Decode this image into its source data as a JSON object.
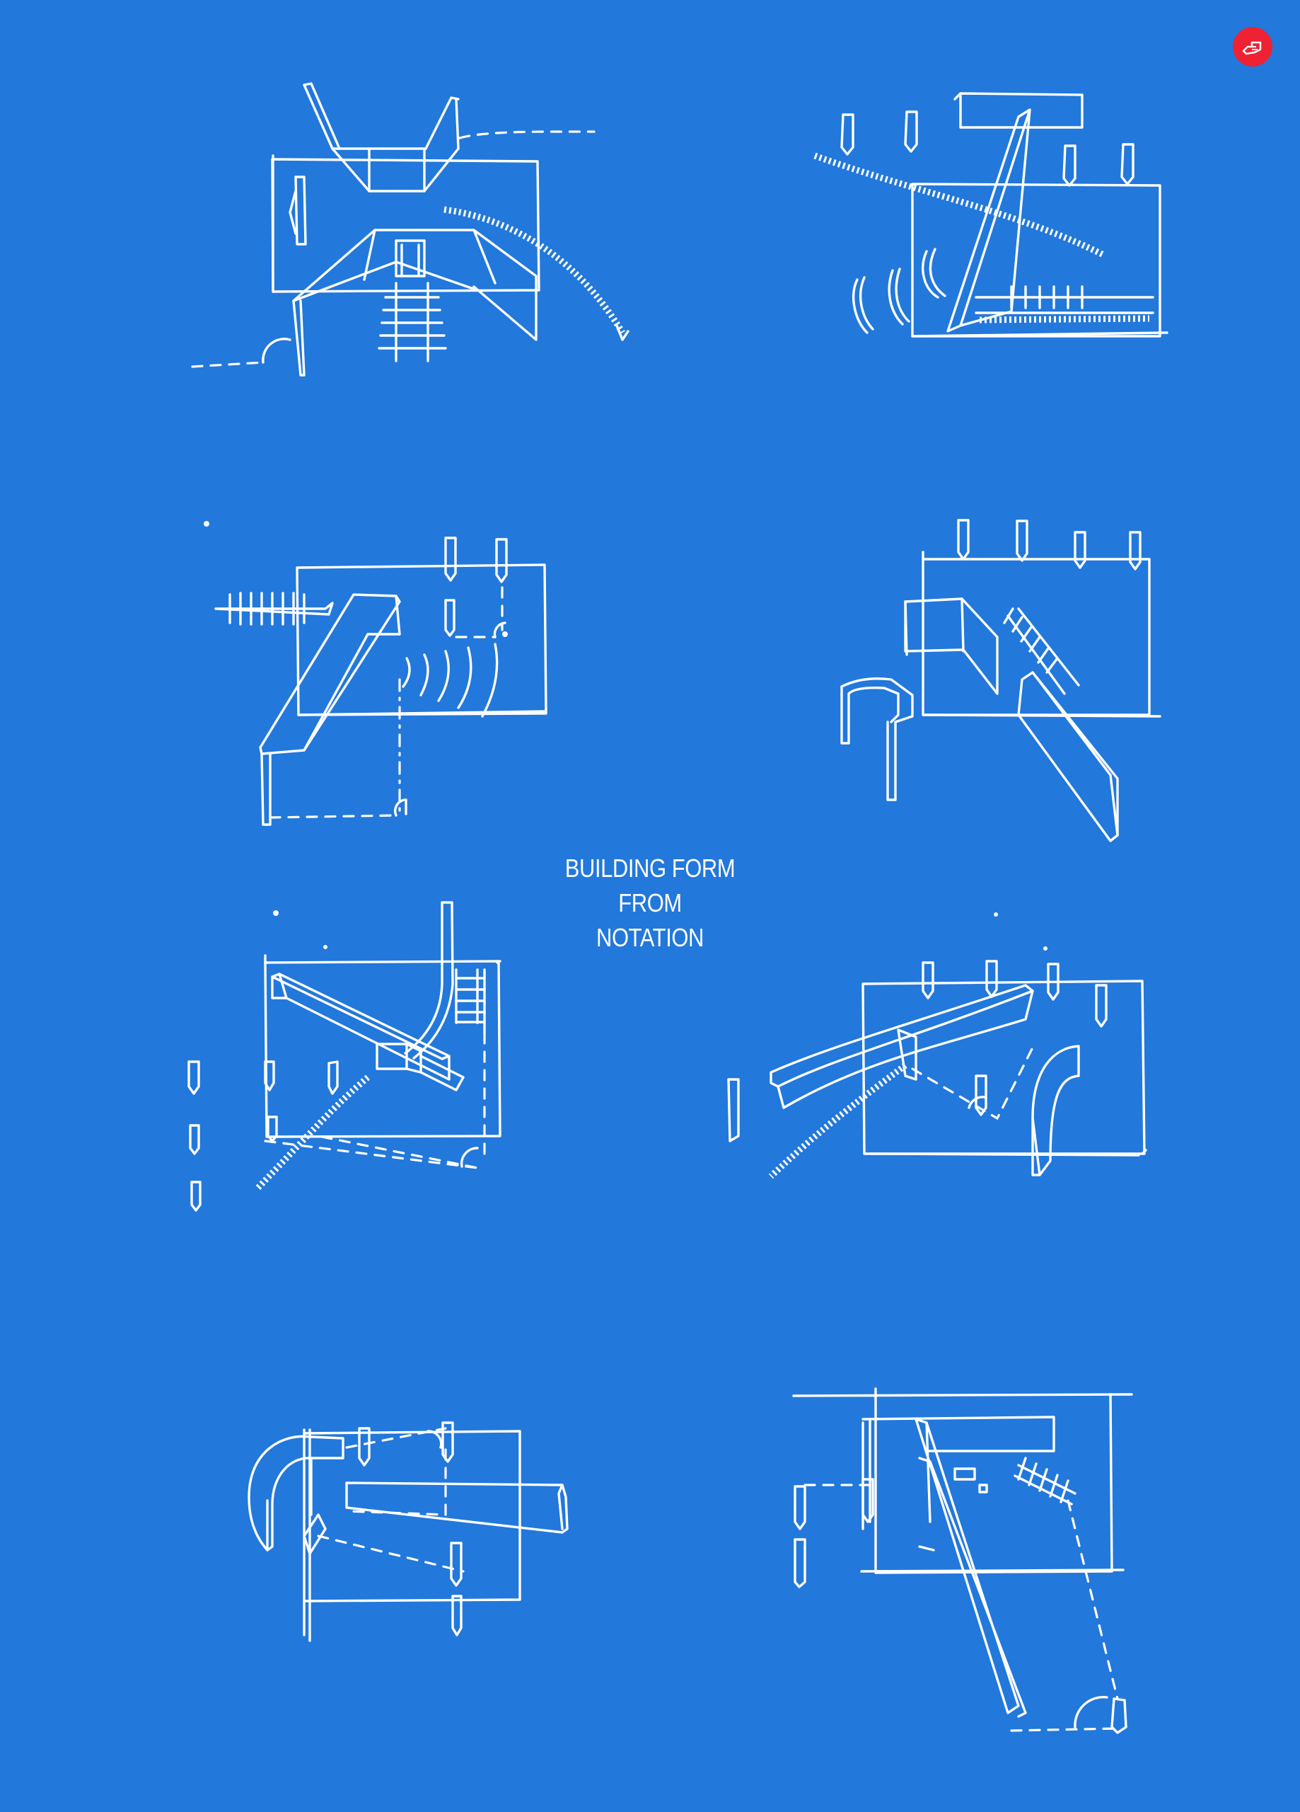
{
  "title": {
    "lines": [
      "BUILDING FORM",
      "FROM",
      "NOTATION"
    ]
  },
  "colors": {
    "background": "#2278db",
    "ink": "#ffffff",
    "badge": "#ee2233"
  },
  "icons": {
    "badge": "hand-pointer-icon"
  },
  "sketch_count": 8
}
